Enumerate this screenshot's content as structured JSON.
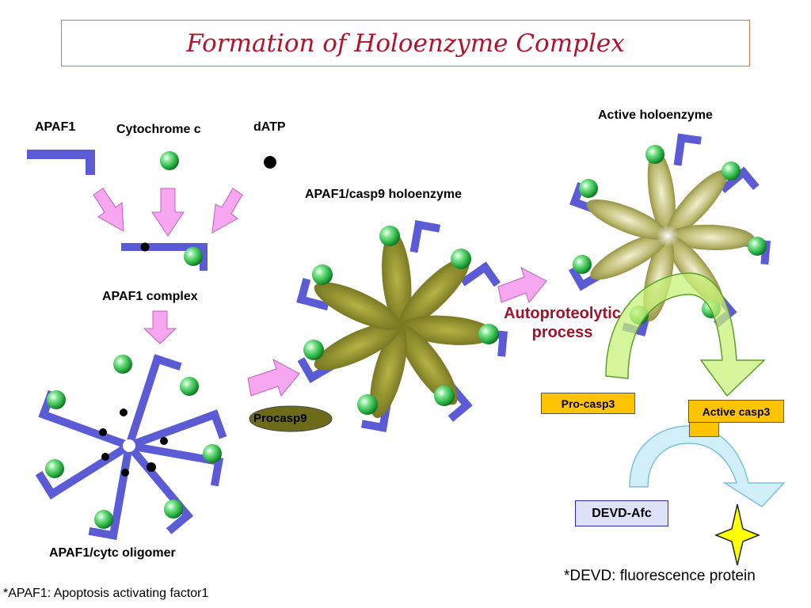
{
  "title": "Formation of Holoenzyme Complex",
  "labels": {
    "apaf1": "APAF1",
    "cytochrome_c": "Cytochrome  c",
    "datp": "dATP",
    "apaf1_complex": "APAF1 complex",
    "oligomer": "APAF1/cytc oligomer",
    "casp9_holoenzyme": "APAF1/casp9 holoenzyme",
    "active_holoenzyme": "Active holoenzyme",
    "procasp9": "Procasp9",
    "autoproteolytic": "Autoproteolytic",
    "process": "process",
    "pro_casp3": "Pro-casp3",
    "active_casp3": "Active casp3",
    "devd_afc": "DEVD-Afc"
  },
  "footnotes": {
    "devd": "*DEVD: fluorescence protein",
    "apaf1": "*APAF1: Apoptosis activating factor1"
  },
  "colors": {
    "title": "#b3122c",
    "apaf1_bar": "#5b5bd6",
    "sphere": "#3cc85a",
    "petal": "#8b8a2a",
    "pink_arrow": "#f7a6f0",
    "green_arrow": "#c8f078",
    "blue_arrow": "#c8ecf8",
    "yellow_box": "#ffc400",
    "star": "#ffff00"
  }
}
